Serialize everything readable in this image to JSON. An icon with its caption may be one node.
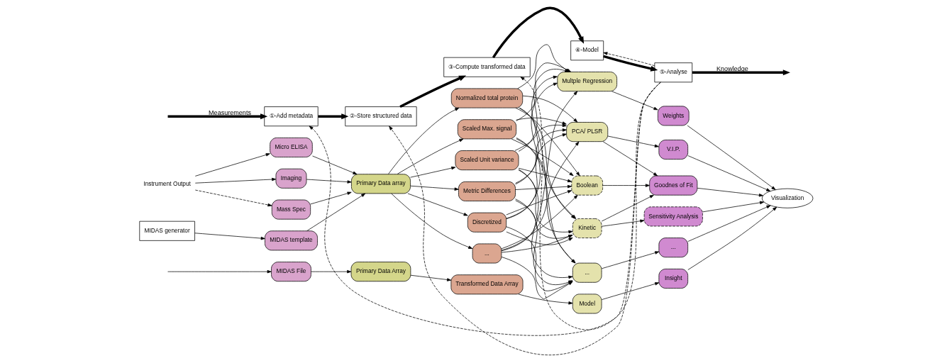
{
  "diagram": {
    "nodes": [
      {
        "text": [
          "①-Add metadata"
        ]
      },
      {
        "text": [
          "②-Store structured data"
        ]
      },
      {
        "text": [
          "③-Compute transformed data"
        ]
      },
      {
        "text": [
          "④-Model"
        ]
      },
      {
        "text": [
          "⑤-Analyse"
        ]
      },
      {
        "text": [
          "Instrument Output"
        ]
      },
      {
        "text": [
          "Micro ELISA"
        ]
      },
      {
        "text": [
          "Imaging"
        ]
      },
      {
        "text": [
          "Mass Spec"
        ]
      },
      {
        "text": [
          "MIDAS generator"
        ]
      },
      {
        "text": [
          "MIDAS template"
        ]
      },
      {
        "text": [
          "Primary Data array"
        ]
      },
      {
        "text": [
          "Normalized total protein"
        ]
      },
      {
        "text": [
          "Scaled Max. signal"
        ]
      },
      {
        "text": [
          "Scaled Unit variance"
        ]
      },
      {
        "text": [
          "Metric Differences"
        ]
      },
      {
        "text": [
          "Discretized"
        ]
      },
      {
        "text": [
          "..."
        ]
      },
      {
        "text": [
          "Multple Regression"
        ]
      },
      {
        "text": [
          "PCA/ PLSR"
        ]
      },
      {
        "text": [
          "Boolean"
        ]
      },
      {
        "text": [
          "Kinetic"
        ]
      },
      {
        "text": [
          "..."
        ]
      },
      {
        "text": [
          "Weights"
        ]
      },
      {
        "text": [
          "V.I.P."
        ]
      },
      {
        "text": [
          "Goodnes of Fit"
        ]
      },
      {
        "text": [
          "Sensitivity Analysis"
        ]
      },
      {
        "text": [
          "..."
        ]
      },
      {
        "text": [
          "Visualization"
        ]
      },
      {
        "text": [
          "MIDAS File"
        ]
      },
      {
        "text": [
          "Primary Data Array"
        ]
      },
      {
        "text": [
          "Transformed Data Array"
        ]
      },
      {
        "text": [
          "Model"
        ]
      },
      {
        "text": [
          "Insight"
        ]
      }
    ],
    "edges": [
      {
        "from": null,
        "to": 0,
        "arrow": "to",
        "label": "Measurements",
        "style": "thick"
      },
      {
        "from": 0,
        "to": 1,
        "arrow": "to",
        "style": "thick"
      },
      {
        "from": 1,
        "to": 2,
        "arrow": "to",
        "style": "thick"
      },
      {
        "from": 2,
        "to": 3,
        "arrow": "to",
        "style": "thick"
      },
      {
        "from": 3,
        "to": 4,
        "arrow": "to",
        "style": "thick"
      },
      {
        "from": 4,
        "to": null,
        "arrow": "to",
        "label": "Knowledge",
        "style": "thick"
      },
      {
        "from": 4,
        "to": 0,
        "arrow": "to",
        "style": "dashed"
      },
      {
        "from": 4,
        "to": 1,
        "arrow": "to",
        "style": "dashed"
      },
      {
        "from": 4,
        "to": 2,
        "arrow": "to",
        "style": "dashed"
      },
      {
        "from": 4,
        "to": 3,
        "arrow": "to",
        "style": "dashed"
      },
      {
        "from": 5,
        "to": 6,
        "arrow": "to"
      },
      {
        "from": 5,
        "to": 7,
        "arrow": "to"
      },
      {
        "from": 5,
        "to": 8,
        "arrow": "to",
        "style": "dashed"
      },
      {
        "from": 9,
        "to": 10,
        "arrow": "to"
      },
      {
        "from": 6,
        "to": 11,
        "arrow": "to"
      },
      {
        "from": 7,
        "to": 11,
        "arrow": "to"
      },
      {
        "from": 8,
        "to": 11,
        "arrow": "to"
      },
      {
        "from": 10,
        "to": 11,
        "arrow": "to"
      },
      {
        "from": 11,
        "to": 12,
        "arrow": "to"
      },
      {
        "from": 11,
        "to": 13,
        "arrow": "to"
      },
      {
        "from": 11,
        "to": 14,
        "arrow": "to"
      },
      {
        "from": 11,
        "to": 15,
        "arrow": "to"
      },
      {
        "from": 11,
        "to": 16,
        "arrow": "to"
      },
      {
        "from": 11,
        "to": 17,
        "arrow": "to"
      },
      {
        "from": 12,
        "to": 18,
        "arrow": "to"
      },
      {
        "from": 12,
        "to": 19,
        "arrow": "to"
      },
      {
        "from": 12,
        "to": 20,
        "arrow": "to"
      },
      {
        "from": 12,
        "to": 21,
        "arrow": "to"
      },
      {
        "from": 12,
        "to": 22,
        "arrow": "to"
      },
      {
        "from": 13,
        "to": 18,
        "arrow": "to"
      },
      {
        "from": 13,
        "to": 19,
        "arrow": "to"
      },
      {
        "from": 13,
        "to": 20,
        "arrow": "to"
      },
      {
        "from": 13,
        "to": 21,
        "arrow": "to"
      },
      {
        "from": 13,
        "to": 22,
        "arrow": "to"
      },
      {
        "from": 14,
        "to": 18,
        "arrow": "to"
      },
      {
        "from": 14,
        "to": 19,
        "arrow": "to"
      },
      {
        "from": 14,
        "to": 20,
        "arrow": "to"
      },
      {
        "from": 14,
        "to": 21,
        "arrow": "to"
      },
      {
        "from": 14,
        "to": 22,
        "arrow": "to"
      },
      {
        "from": 15,
        "to": 18,
        "arrow": "to"
      },
      {
        "from": 15,
        "to": 19,
        "arrow": "to"
      },
      {
        "from": 15,
        "to": 20,
        "arrow": "to"
      },
      {
        "from": 15,
        "to": 21,
        "arrow": "to"
      },
      {
        "from": 15,
        "to": 22,
        "arrow": "to"
      },
      {
        "from": 16,
        "to": 18,
        "arrow": "to"
      },
      {
        "from": 16,
        "to": 19,
        "arrow": "to"
      },
      {
        "from": 16,
        "to": 20,
        "arrow": "to"
      },
      {
        "from": 16,
        "to": 21,
        "arrow": "to"
      },
      {
        "from": 16,
        "to": 22,
        "arrow": "to"
      },
      {
        "from": 17,
        "to": 18,
        "arrow": "to"
      },
      {
        "from": 17,
        "to": 19,
        "arrow": "to"
      },
      {
        "from": 17,
        "to": 20,
        "arrow": "to"
      },
      {
        "from": 17,
        "to": 21,
        "arrow": "to"
      },
      {
        "from": 17,
        "to": 22,
        "arrow": "to"
      },
      {
        "from": 18,
        "to": 23,
        "arrow": "to"
      },
      {
        "from": 19,
        "to": 24,
        "arrow": "to"
      },
      {
        "from": 19,
        "to": 25,
        "arrow": "to"
      },
      {
        "from": 20,
        "to": 25,
        "arrow": "to"
      },
      {
        "from": 21,
        "to": 25,
        "arrow": "to"
      },
      {
        "from": 21,
        "to": 26,
        "arrow": "to"
      },
      {
        "from": 22,
        "to": 27,
        "arrow": "to"
      },
      {
        "from": 23,
        "to": 28,
        "arrow": "to"
      },
      {
        "from": 24,
        "to": 28,
        "arrow": "to"
      },
      {
        "from": 25,
        "to": 28,
        "arrow": "to"
      },
      {
        "from": 26,
        "to": 28,
        "arrow": "to"
      },
      {
        "from": 27,
        "to": 28,
        "arrow": "to"
      },
      {
        "from": null,
        "to": 29,
        "arrow": "to"
      },
      {
        "from": 29,
        "to": 30,
        "arrow": "to"
      },
      {
        "from": 30,
        "to": 31,
        "arrow": "to"
      },
      {
        "from": 31,
        "to": 32,
        "arrow": "to"
      },
      {
        "from": 32,
        "to": 33,
        "arrow": "to"
      },
      {
        "from": 33,
        "to": 28,
        "arrow": "to"
      }
    ]
  }
}
